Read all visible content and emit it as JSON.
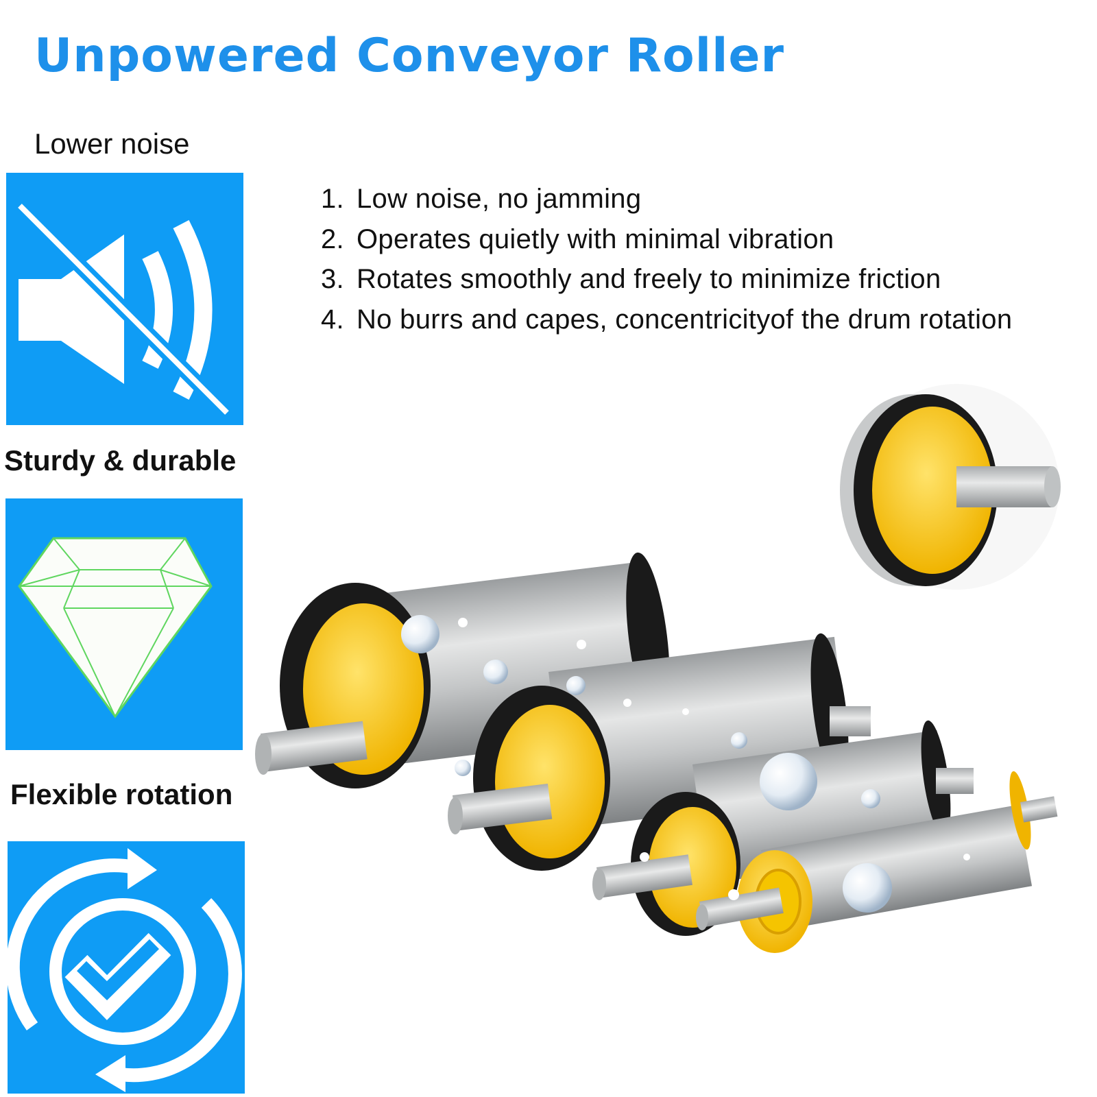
{
  "title": "Unpowered Conveyor Roller",
  "features": [
    {
      "label": "Lower noise",
      "icon": "muted-speaker-icon"
    },
    {
      "label": "Sturdy & durable",
      "icon": "diamond-icon"
    },
    {
      "label": "Flexible rotation",
      "icon": "rotate-check-icon"
    }
  ],
  "list": [
    {
      "num": "1.",
      "text": "Low noise, no jamming"
    },
    {
      "num": "2.",
      "text": "Operates quietly with minimal vibration"
    },
    {
      "num": "3.",
      "text": "Rotates smoothly and freely to minimize friction"
    },
    {
      "num": "4.",
      "text": "No burrs and capes, concentricityof the drum rotation"
    }
  ],
  "colors": {
    "title_blue": "#1e90ea",
    "tile_blue": "#0f9cf5",
    "bearing_yellow": "#f5c400",
    "seal_black": "#1a1a1a",
    "steel": "#b9bcbf"
  }
}
